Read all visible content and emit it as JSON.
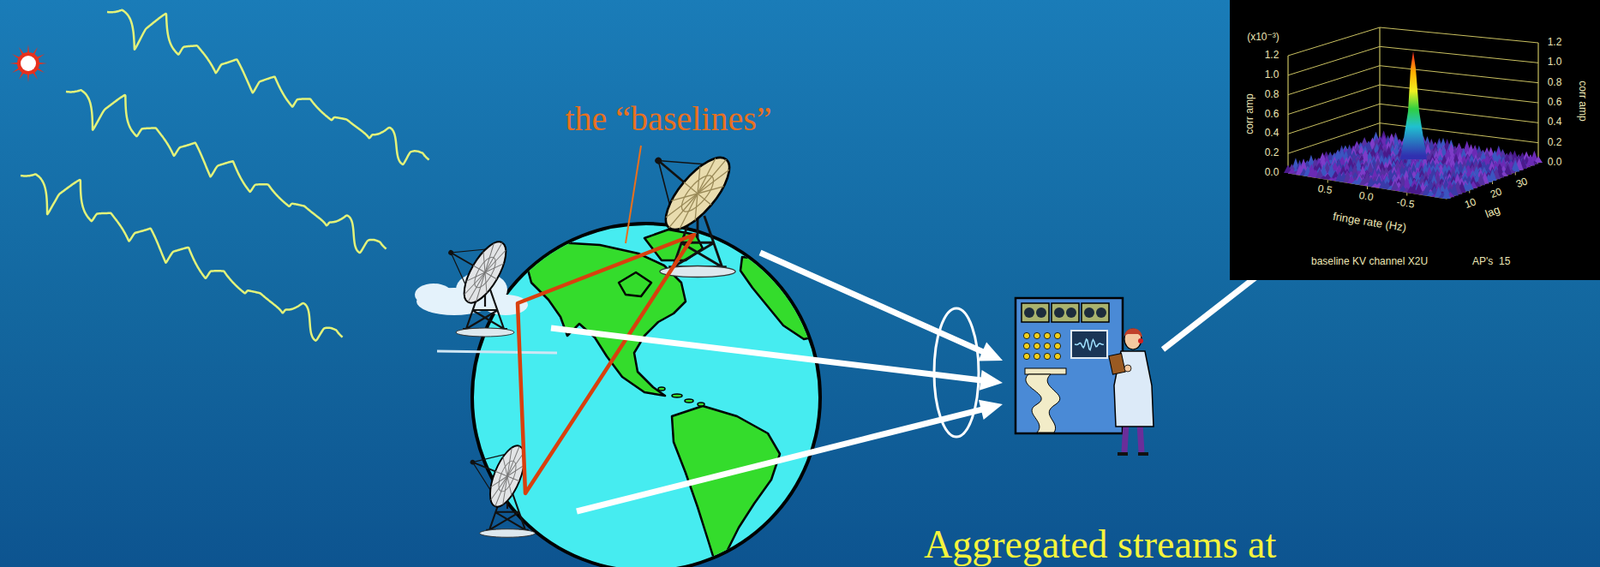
{
  "diagram": {
    "labels": [
      "the “baselines”",
      "(x10⁻³)",
      "1.2",
      "1.0",
      "0.8",
      "0.6",
      "0.4",
      "0.2",
      "0.0",
      "corr amp",
      "1.2",
      "1.0",
      "0.8",
      "0.6",
      "0.4",
      "0.2",
      "0.0",
      "corr amp",
      "0.5",
      "0.0",
      "-0.5",
      "fringe rate (Hz)",
      "10",
      "20",
      "30",
      "lag",
      "baseline KV channel X2U",
      "AP's  15",
      "Aggregated streams at"
    ]
  }
}
